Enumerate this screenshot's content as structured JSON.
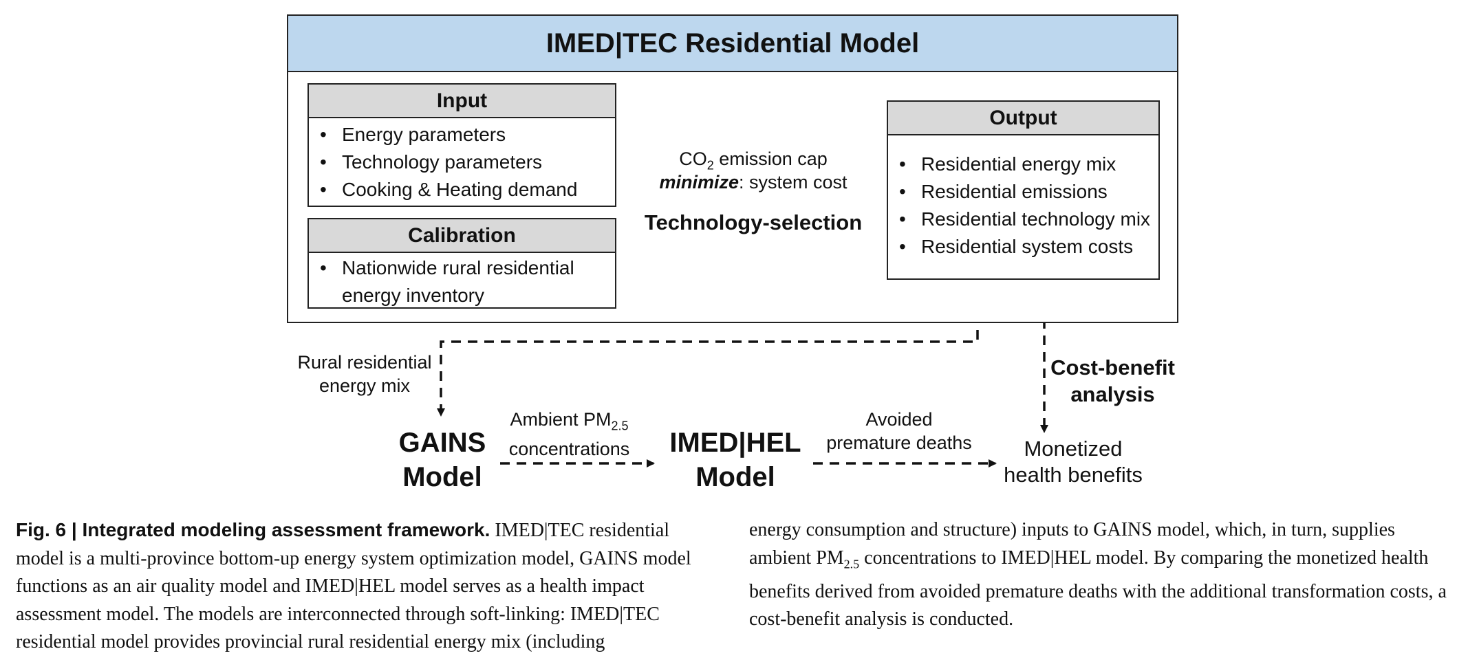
{
  "model": {
    "title": "IMED|TEC Residential Model",
    "input": {
      "heading": "Input",
      "items": [
        "Energy parameters",
        "Technology parameters",
        "Cooking & Heating demand"
      ]
    },
    "calibration": {
      "heading": "Calibration",
      "items": [
        "Nationwide rural residential energy inventory"
      ]
    },
    "optimization": {
      "co2_prefix": "CO",
      "co2_sub": "2",
      "co2_suffix": " emission cap",
      "minimize_keyword": "minimize",
      "minimize_text": ": system cost",
      "selection": "Technology-selection"
    },
    "output": {
      "heading": "Output",
      "items": [
        "Residential energy mix",
        "Residential emissions",
        "Residential technology mix",
        "Residential system costs"
      ]
    }
  },
  "flow": {
    "rural_mix_line1": "Rural residential",
    "rural_mix_line2": "energy mix",
    "gains_line1": "GAINS",
    "gains_line2": "Model",
    "ambient_prefix": "Ambient PM",
    "ambient_sub": "2.5",
    "ambient_line2": "concentrations",
    "hel_line1": "IMED|HEL",
    "hel_line2": "Model",
    "avoided_line1": "Avoided",
    "avoided_line2": "premature deaths",
    "monetized_line1": "Monetized",
    "monetized_line2": "health benefits",
    "costbenefit_line1": "Cost-benefit",
    "costbenefit_line2": "analysis"
  },
  "caption": {
    "label": "Fig. 6 | Integrated modeling assessment framework.",
    "col1_rest": " IMED|TEC residential model is a multi-province bottom-up energy system optimization model, GAINS model functions as an air quality model and IMED|HEL model serves as a health impact assessment model. The models are interconnected through soft-linking: IMED|TEC residential model provides provincial rural residential energy mix (including",
    "col2_a": "energy consumption and structure) inputs to GAINS model, which, in turn, supplies ambient PM",
    "col2_sub": "2.5",
    "col2_b": " concentrations to IMED|HEL model. By comparing the monetized health benefits derived from avoided premature deaths with the additional transformation costs, a cost-benefit analysis is conducted."
  },
  "colors": {
    "title_bar": "#bdd7ee",
    "header_fill": "#d9d9d9",
    "line": "#111111"
  }
}
